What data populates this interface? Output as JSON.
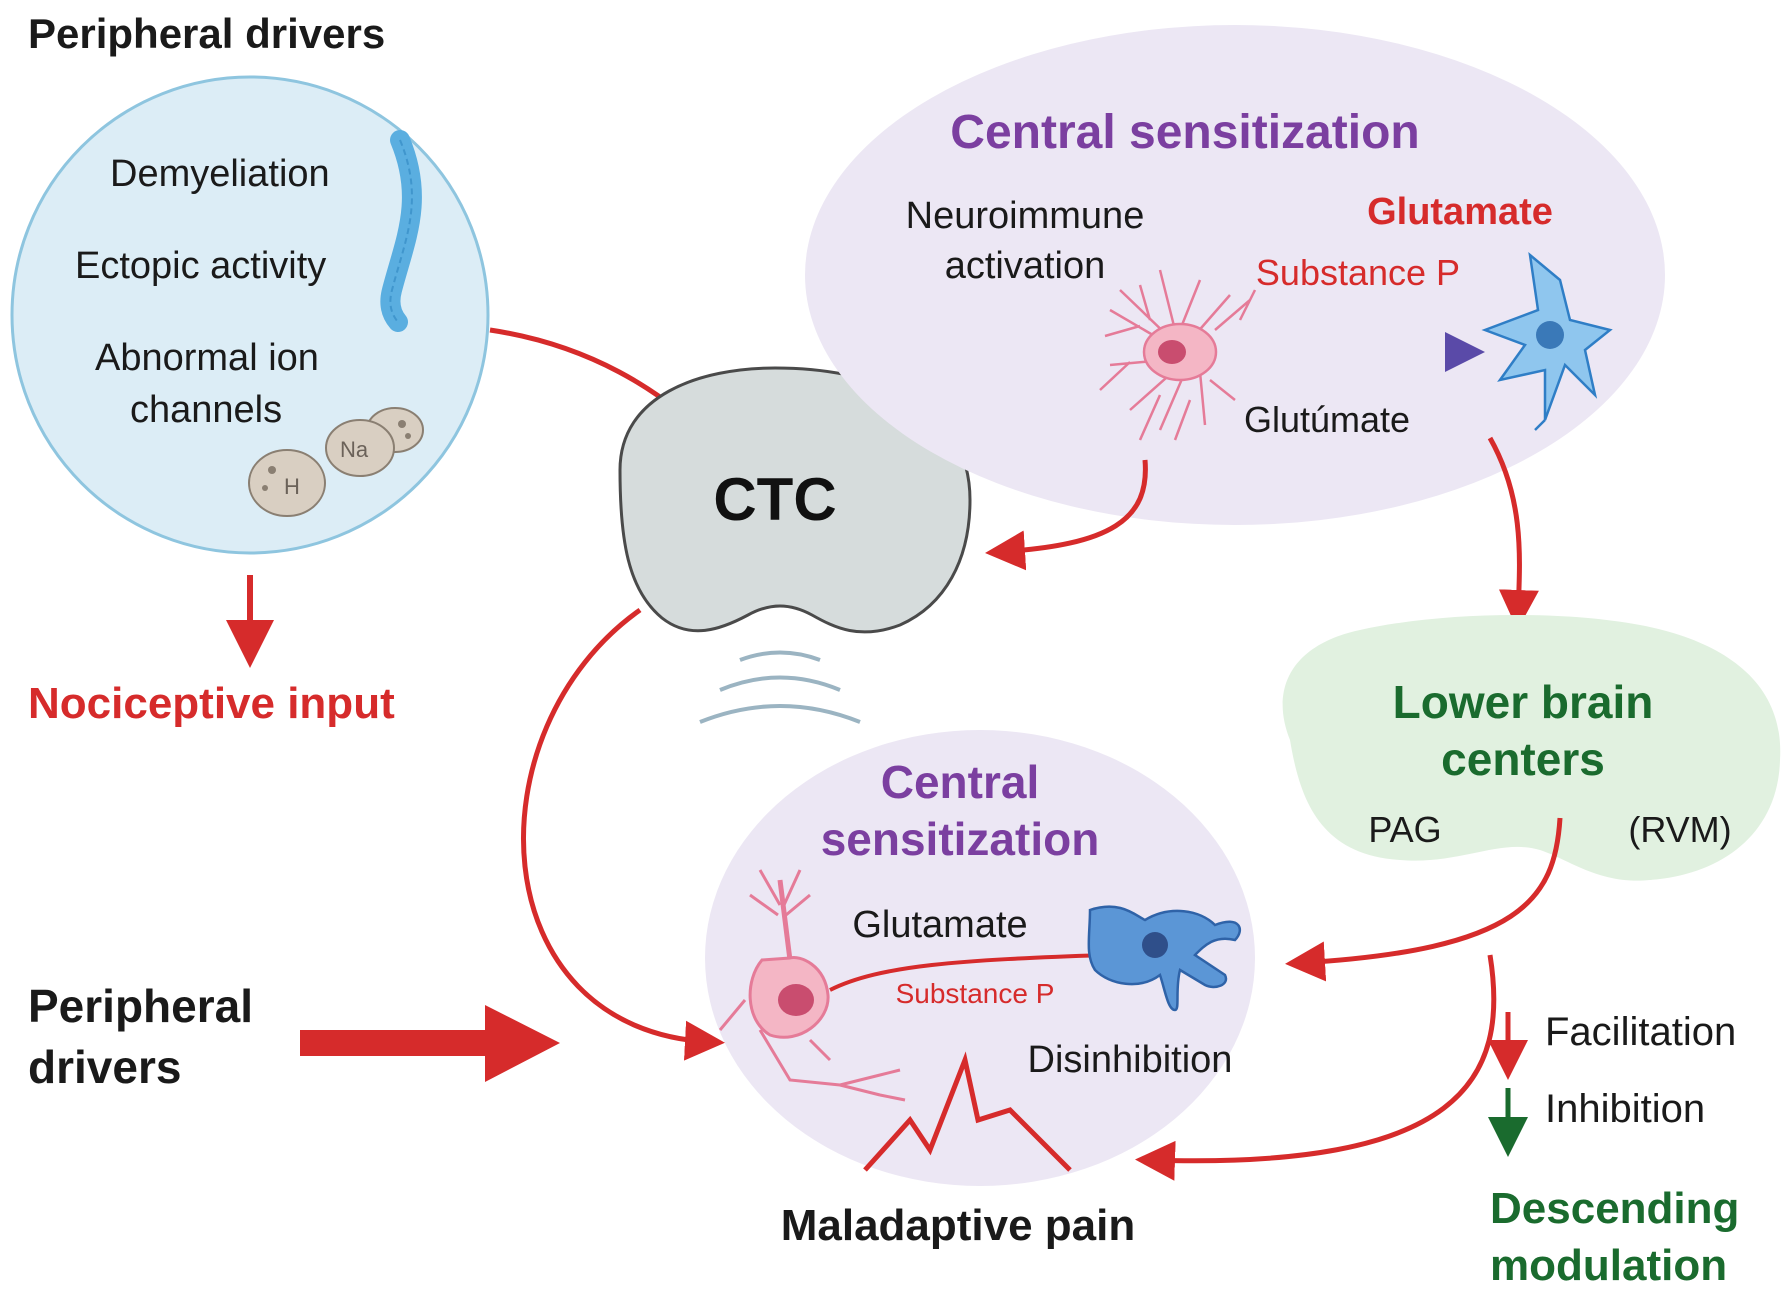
{
  "colors": {
    "red": "#d62b2b",
    "purple": "#7b3fa0",
    "green": "#1a6b2e",
    "black": "#1a1a1a",
    "blue_circle_fill": "#dcedf6",
    "blue_circle_stroke": "#8ec5df",
    "lavender": "#ece7f4",
    "ctc_gray": "#d6dcdc",
    "mint": "#e1f1e0",
    "nerve_blue": "#5aaee0",
    "pink_neuron": "#f0a7b8",
    "blue_neuron": "#5b96d6"
  },
  "peripheral_top": {
    "title": "Peripheral drivers",
    "items": [
      "Demyeliation",
      "Ectopic activity",
      "Abnormal ion",
      "channels"
    ],
    "ion_labels": [
      "Na",
      "H"
    ],
    "output": "Nociceptive input"
  },
  "ctc": {
    "label": "CTC"
  },
  "central_top": {
    "title": "Central sensitization",
    "left_label_line1": "Neuroimmune",
    "left_label_line2": "activation",
    "glutamate_red": "Glutamate",
    "substance_p": "Substance P",
    "bottom_label": "Glutúmate"
  },
  "central_bottom": {
    "title_line1": "Central",
    "title_line2": "sensitization",
    "glutamate": "Glutamate",
    "substance_p": "Substance P",
    "disinhibition": "Disinhibition",
    "pain": "Maladaptive pain"
  },
  "lower_brain": {
    "title_line1": "Lower brain",
    "title_line2": "centers",
    "pag": "PAG",
    "rvm": "(RVM)"
  },
  "peripheral_bottom": {
    "line1": "Peripheral",
    "line2": "drivers"
  },
  "legend": {
    "facilitation": "Facilitation",
    "inhibition": "Inhibition",
    "title_line1": "Descending",
    "title_line2": "modulation"
  }
}
